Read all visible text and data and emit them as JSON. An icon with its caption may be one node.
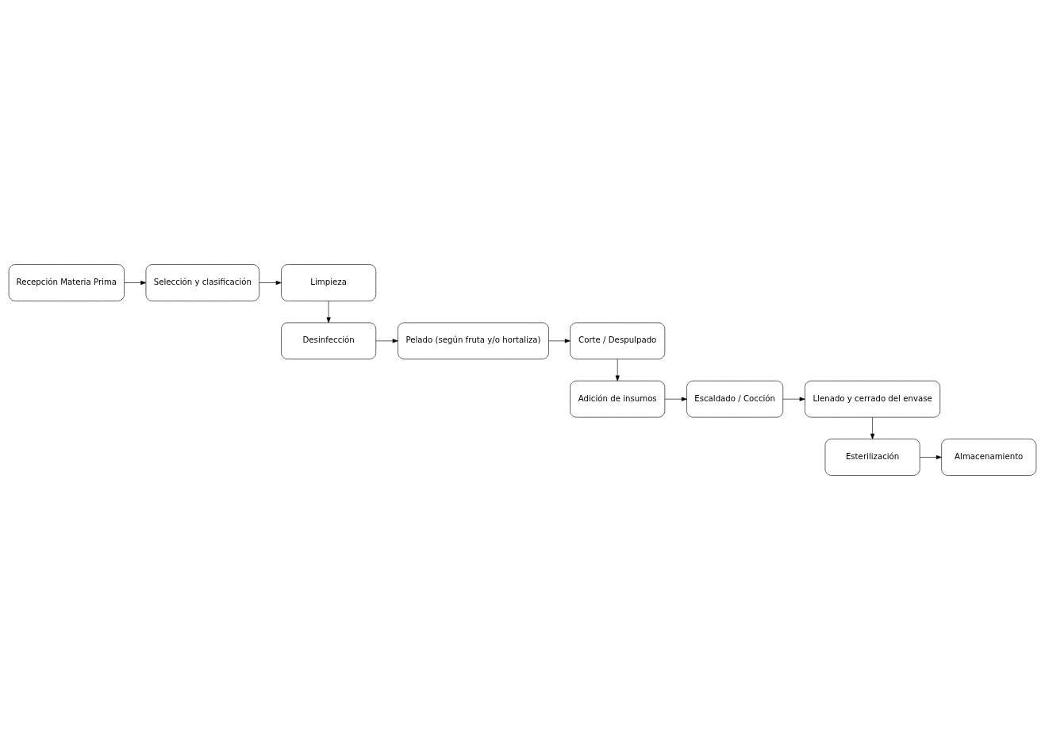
{
  "diagram": {
    "nodes": [
      {
        "text": [
          "Recepción Materia Prima"
        ]
      },
      {
        "text": [
          "Selección y clasificación"
        ]
      },
      {
        "text": [
          "Limpieza"
        ]
      },
      {
        "text": [
          "Desinfección"
        ]
      },
      {
        "text": [
          "Pelado (según fruta y/o hortaliza)"
        ]
      },
      {
        "text": [
          "Corte / Despulpado"
        ]
      },
      {
        "text": [
          "Adición de insumos"
        ]
      },
      {
        "text": [
          "Escaldado / Cocción"
        ]
      },
      {
        "text": [
          "Llenado y cerrado del envase"
        ]
      },
      {
        "text": [
          "Esterilización"
        ]
      },
      {
        "text": [
          "Almacenamiento"
        ]
      }
    ],
    "edges": [
      {
        "from": 0,
        "to": 1,
        "arrow": "to"
      },
      {
        "from": 1,
        "to": 2,
        "arrow": "to"
      },
      {
        "from": 2,
        "to": 3,
        "arrow": "to"
      },
      {
        "from": 3,
        "to": 4,
        "arrow": "to"
      },
      {
        "from": 4,
        "to": 5,
        "arrow": "to"
      },
      {
        "from": 5,
        "to": 6,
        "arrow": "to"
      },
      {
        "from": 6,
        "to": 7,
        "arrow": "to"
      },
      {
        "from": 7,
        "to": 8,
        "arrow": "to"
      },
      {
        "from": 8,
        "to": 9,
        "arrow": "to"
      },
      {
        "from": 9,
        "to": 10,
        "arrow": "to"
      }
    ]
  }
}
